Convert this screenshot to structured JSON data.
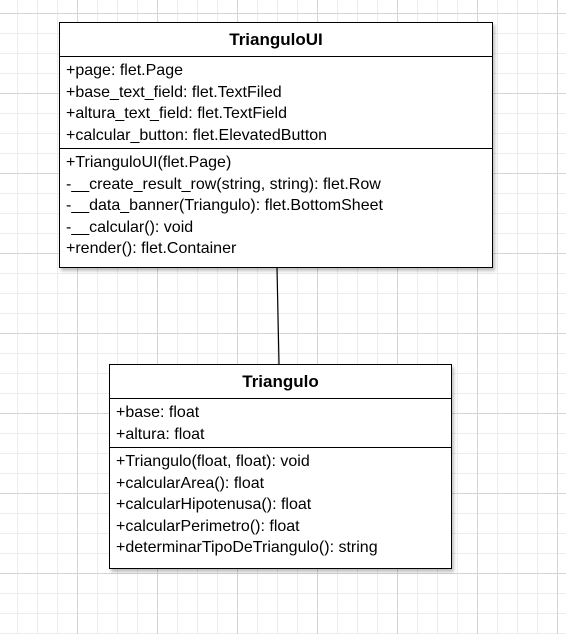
{
  "classes": [
    {
      "name": "TrianguloUI",
      "attributes": [
        "+page: flet.Page",
        "+base_text_field: flet.TextFiled",
        "+altura_text_field: flet.TextField",
        "+calcular_button: flet.ElevatedButton"
      ],
      "methods": [
        "+TrianguloUI(flet.Page)",
        "-__create_result_row(string, string): flet.Row",
        "-__data_banner(Triangulo): flet.BottomSheet",
        "-__calcular(): void",
        "+render(): flet.Container"
      ]
    },
    {
      "name": "Triangulo",
      "attributes": [
        "+base: float",
        "+altura: float"
      ],
      "methods": [
        "+Triangulo(float, float): void",
        "+calcularArea(): float",
        "+calcularHipotenusa(): float",
        "+calcularPerimetro(): float",
        "+determinarTipoDeTriangulo(): string"
      ]
    }
  ],
  "colors": {
    "border": "#000000",
    "background": "#ffffff",
    "grid": "#d4d4d4"
  }
}
